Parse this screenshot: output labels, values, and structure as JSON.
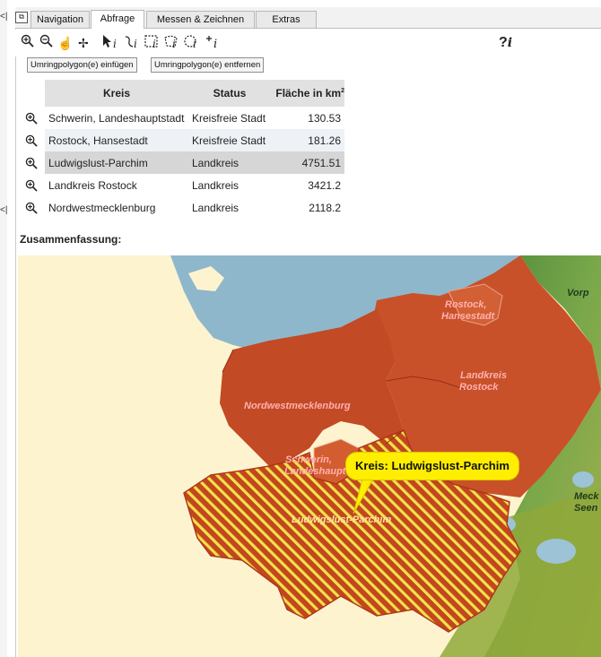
{
  "gutter": {
    "top_mark": "<|",
    "mid_mark": "<|"
  },
  "tabs": [
    {
      "label": "Navigation",
      "active": false
    },
    {
      "label": "Abfrage",
      "active": true
    },
    {
      "label": "Messen & Zeichnen",
      "active": false
    },
    {
      "label": "Extras",
      "active": false
    }
  ],
  "toolbar": {
    "tools": [
      "zoom-in",
      "zoom-out",
      "pan",
      "move",
      "info-point",
      "info-line",
      "info-rectangle",
      "info-polygon",
      "info-circle",
      "info-add"
    ],
    "help_label": "?",
    "help_sub": "i"
  },
  "poly_buttons": {
    "insert": "Umringpolygon(e) einfügen",
    "remove": "Umringpolygon(e) entfernen"
  },
  "table": {
    "headers": {
      "kreis": "Kreis",
      "status": "Status",
      "flaeche": "Fläche in km",
      "flaeche_sup": "2"
    },
    "rows": [
      {
        "kreis": "Schwerin, Landeshauptstadt",
        "status": "Kreisfreie Stadt",
        "flaeche": "130.53"
      },
      {
        "kreis": "Rostock, Hansestadt",
        "status": "Kreisfreie Stadt",
        "flaeche": "181.26"
      },
      {
        "kreis": "Ludwigslust-Parchim",
        "status": "Landkreis",
        "flaeche": "4751.51"
      },
      {
        "kreis": "Landkreis Rostock",
        "status": "Landkreis",
        "flaeche": "3421.2"
      },
      {
        "kreis": "Nordwestmecklenburg",
        "status": "Landkreis",
        "flaeche": "2118.2"
      }
    ],
    "selected_row": 2
  },
  "summary_label": "Zusammenfassung:",
  "map": {
    "labels": {
      "rostock_stadt_1": "Rostock,",
      "rostock_stadt_2": "Hansestadt",
      "landkreis_rostock_1": "Landkreis",
      "landkreis_rostock_2": "Rostock",
      "nordwest": "Nordwestmecklenburg",
      "schwerin_1": "Schwerin,",
      "schwerin_2": "Landeshaupt",
      "ludwigslust": "Ludwigslust-Parchim",
      "vorp": "Vorp",
      "mecklenburg_1": "Meck",
      "mecklenburg_2": "Seen"
    },
    "callout": "Kreis: Ludwigslust-Parchim",
    "colors": {
      "sea": "#8fb7cb",
      "land": "#fdf4cf",
      "selected_region": "#c2461e",
      "hatch": "#f2e24a",
      "green_relief": "#6e9e3e"
    }
  }
}
